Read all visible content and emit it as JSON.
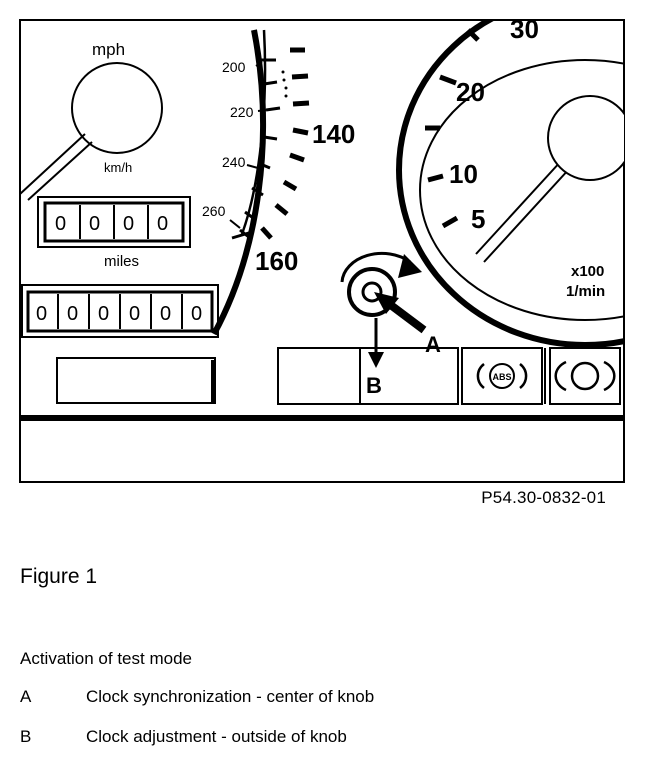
{
  "diagram": {
    "speedo": {
      "unit_top": "mph",
      "unit_bottom": "km/h",
      "km_ticks": [
        "200",
        "220",
        "240",
        "260"
      ],
      "mph_ticks": [
        "140",
        "160"
      ]
    },
    "trip_odometer": {
      "digits": [
        "0",
        "0",
        "0",
        "0"
      ],
      "unit": "miles"
    },
    "total_odometer": {
      "digits": [
        "0",
        "0",
        "0",
        "0",
        "0",
        "0"
      ]
    },
    "tach": {
      "ticks": [
        "30",
        "20",
        "10",
        "5"
      ],
      "unit_line1": "x100",
      "unit_line2": "1/min"
    },
    "abs_label": "ABS",
    "callout_a": "A",
    "callout_b": "B"
  },
  "reference": "P54.30-0832-01",
  "figure_title": "Figure 1",
  "caption": "Activation of test mode",
  "legend": [
    {
      "letter": "A",
      "text": "Clock synchronization - center of knob"
    },
    {
      "letter": "B",
      "text": "Clock adjustment - outside of knob"
    }
  ]
}
